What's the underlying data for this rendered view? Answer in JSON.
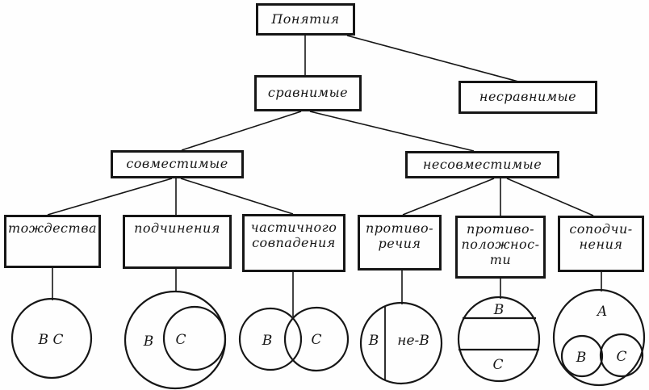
{
  "diagram_title": "Понятия",
  "tree": {
    "root": {
      "label": "Понятия"
    },
    "level2": [
      {
        "id": "comparable",
        "label": "сравнимые"
      },
      {
        "id": "incomparable",
        "label": "несравнимые"
      }
    ],
    "level3": [
      {
        "id": "compatible",
        "label": "совместимые"
      },
      {
        "id": "incompatible",
        "label": "несовместимые"
      }
    ],
    "level4": [
      {
        "id": "identity",
        "label": "тождества"
      },
      {
        "id": "subordination",
        "label": "подчинения"
      },
      {
        "id": "partial",
        "label": "частичного\nсовпадения"
      },
      {
        "id": "contradiction",
        "label": "противо-\nречия"
      },
      {
        "id": "opposition",
        "label": "противо-\nположнос-\nти"
      },
      {
        "id": "cosubordination",
        "label": "соподчи-\nнения"
      }
    ]
  },
  "euler_diagrams": {
    "identity": {
      "label_bc": "В С"
    },
    "subordination": {
      "label_b": "В",
      "label_c": "С"
    },
    "partial": {
      "label_b": "В",
      "label_c": "С"
    },
    "contradiction": {
      "label_b": "В",
      "label_not_b": "не-В"
    },
    "opposition": {
      "label_b": "В",
      "label_c": "С"
    },
    "cosubordination": {
      "label_a": "А",
      "label_b": "В",
      "label_c": "С"
    }
  },
  "colors": {
    "ink": "#161616",
    "paper": "#fefefe"
  }
}
